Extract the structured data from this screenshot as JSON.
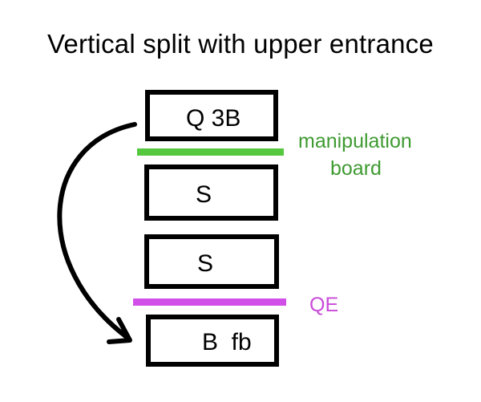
{
  "title": "Vertical split with upper entrance",
  "colors": {
    "outline": "#000000",
    "manipulation_board": "#55c83f",
    "manipulation_board_text": "#3f9a31",
    "qe": "#d24ee8",
    "qe_text": "#c94ad9"
  },
  "boxes": [
    {
      "label": "Q 3B"
    },
    {
      "label": "S"
    },
    {
      "label": "S"
    },
    {
      "label": "B  fb"
    }
  ],
  "dividers": {
    "manipulation_board": {
      "line1": "manipulation",
      "line2": "board"
    },
    "qe": {
      "label": "QE"
    }
  }
}
